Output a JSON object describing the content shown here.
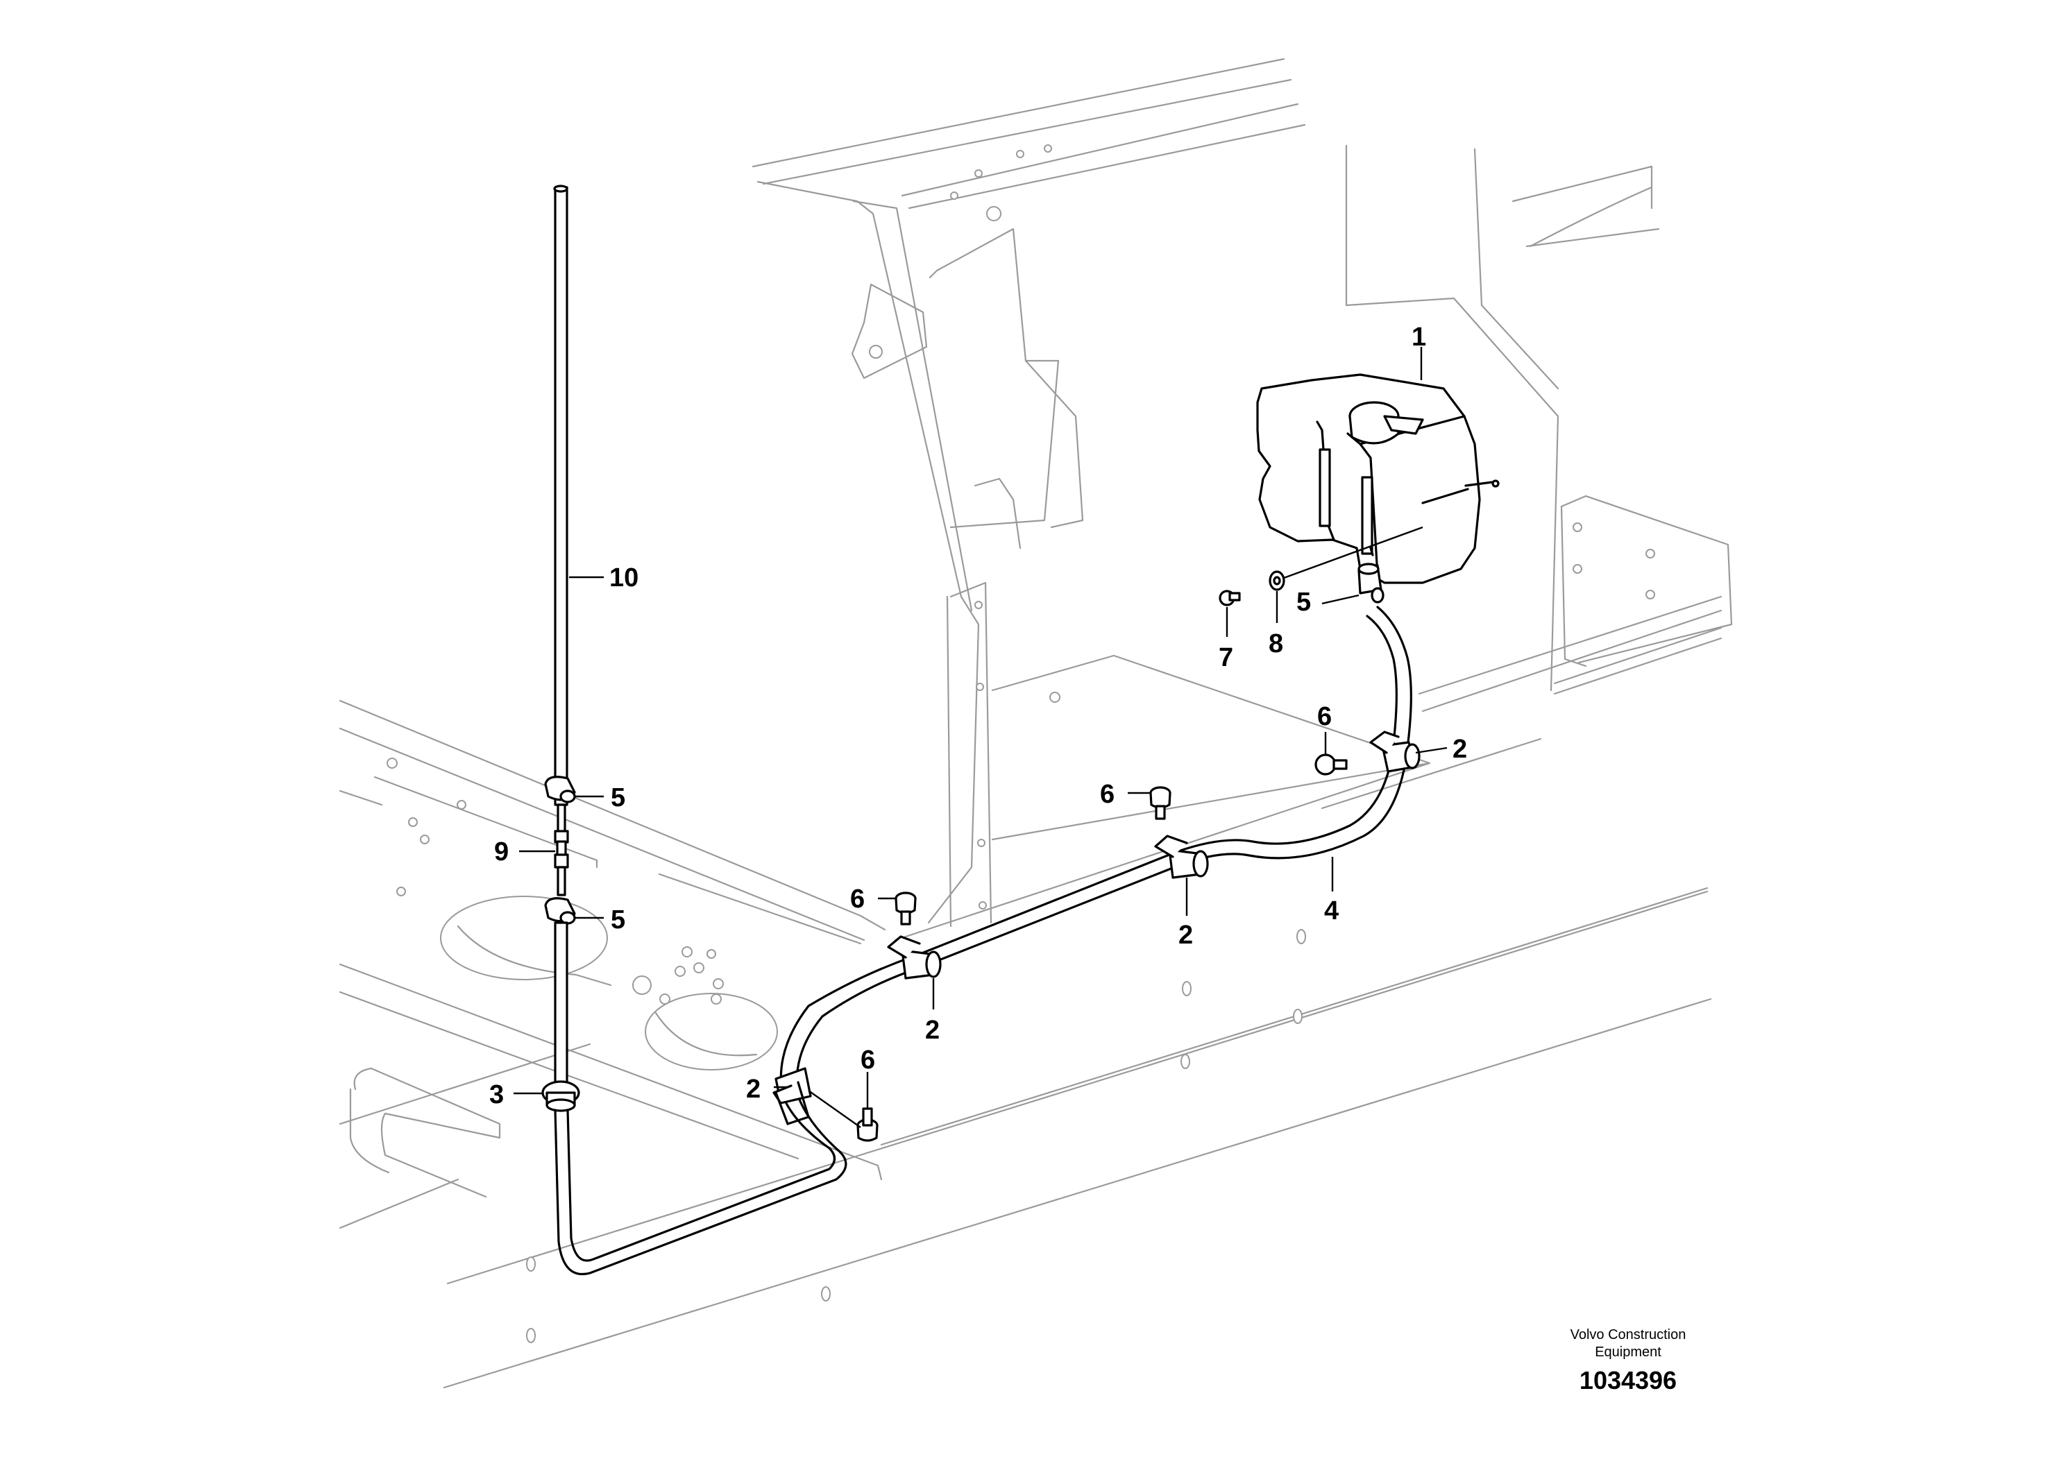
{
  "callouts": {
    "c1": "1",
    "c2a": "2",
    "c2b": "2",
    "c2c": "2",
    "c2d": "2",
    "c3": "3",
    "c4": "4",
    "c5a": "5",
    "c5b": "5",
    "c5c": "5",
    "c6a": "6",
    "c6b": "6",
    "c6c": "6",
    "c6d": "6",
    "c7": "7",
    "c8": "8",
    "c9": "9",
    "c10": "10"
  },
  "footer": {
    "manufacturer_line1": "Volvo Construction",
    "manufacturer_line2": "Equipment",
    "document_number": "1034396"
  }
}
